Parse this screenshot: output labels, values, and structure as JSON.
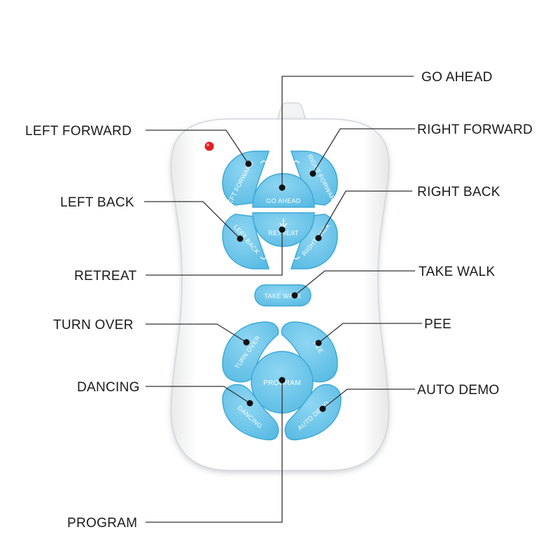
{
  "diagram": {
    "callouts": {
      "go_ahead": "GO AHEAD",
      "left_forward": "LEFT FORWARD",
      "right_forward": "RIGHT FORWARD",
      "left_back": "LEFT BACK",
      "right_back": "RIGHT BACK",
      "retreat": "RETREAT",
      "take_walk": "TAKE WALK",
      "turn_over": "TURN OVER",
      "pee": "PEE",
      "dancing": "DANCING",
      "auto_demo": "AUTO DEMO",
      "program": "PROGRAM"
    },
    "buttons": {
      "left_forward": "LEFT FORWARD",
      "go_ahead": "GO AHEAD",
      "right_forward": "RIGHT FORWARD",
      "left_back": "LEFT BACK",
      "retreat": "RETREAT",
      "right_back": "RIGHT BACK",
      "take_walk": "TAKE WALK",
      "turn_over": "TURN OVER",
      "pee": "PEE",
      "program": "PROGRAM",
      "dancing": "DANCING",
      "auto_demo": "AUTO DEMO"
    },
    "colors": {
      "button_fill": "#6cc6ea",
      "button_edge": "#3ea9d6",
      "remote_body": "#ffffff",
      "remote_outline": "#d4d6da",
      "indicator_led": "#e02020",
      "leader_line": "#333333"
    }
  }
}
